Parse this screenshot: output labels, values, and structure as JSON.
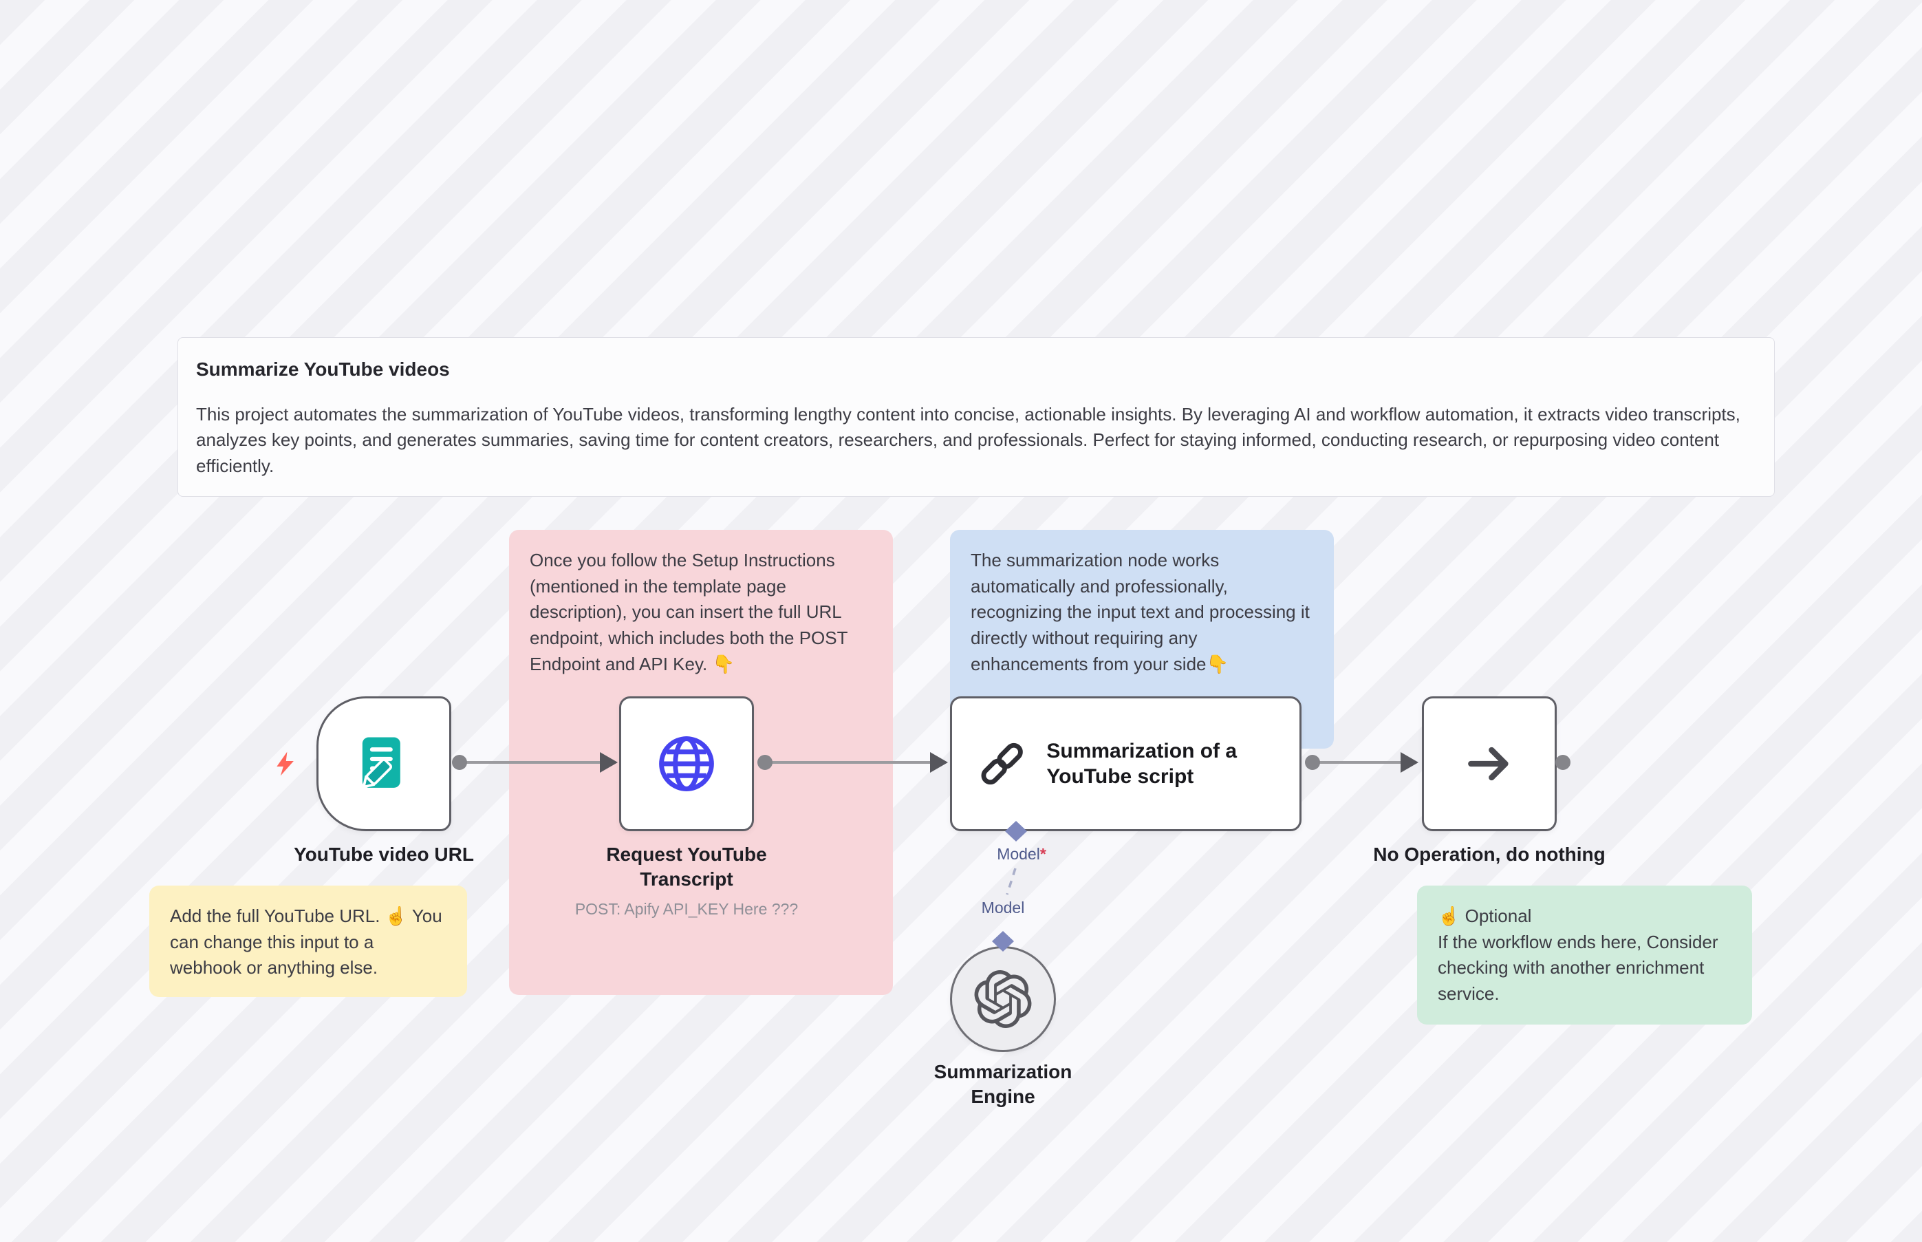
{
  "overview_note": {
    "title": "Summarize YouTube videos",
    "body": "This project automates the summarization of YouTube videos, transforming lengthy content into concise, actionable insights. By leveraging AI and workflow automation, it extracts video transcripts, analyzes key points, and generates summaries, saving time for content creators, researchers, and professionals. Perfect for staying informed, conducting research, or repurposing video content efficiently."
  },
  "sticky_notes": {
    "setup_instructions": {
      "text": "Once you follow the Setup Instructions (mentioned in the template page description), you can insert the full URL endpoint, which includes both the POST Endpoint and API Key. 👇"
    },
    "summarization_info": {
      "text": "The summarization node works automatically and professionally, recognizing the input text and processing it directly without requiring any enhancements from your side👇"
    },
    "input_hint": {
      "text": "Add the full YouTube URL. ☝️ You can change this input to a webhook or anything else."
    },
    "optional_hint": {
      "title": "☝️ Optional",
      "body": "If the workflow ends here, Consider checking with another enrichment service."
    }
  },
  "nodes": {
    "youtube_video_url": {
      "label": "YouTube video URL"
    },
    "request_transcript": {
      "label": "Request YouTube Transcript",
      "subtitle": "POST: Apify API_KEY Here ???"
    },
    "summarization": {
      "title": "Summarization of a YouTube script"
    },
    "no_operation": {
      "label": "No Operation, do nothing"
    },
    "summarization_engine": {
      "label": "Summarization Engine"
    }
  },
  "model_connector": {
    "input_label": "Model",
    "required_mark": "*",
    "output_label": "Model"
  },
  "icons": {
    "trigger_node": "form-edit-icon",
    "request_node": "globe-icon",
    "summarization_node": "chain-link-icon",
    "no_operation_node": "arrow-right-icon",
    "engine_node": "openai-logo-icon",
    "trigger_marker": "lightning-bolt-icon"
  },
  "colors": {
    "sticky_white": "#fcfcfd",
    "sticky_pink": "#f8d6da",
    "sticky_blue": "#cfdff4",
    "sticky_yellow": "#fdf1c2",
    "sticky_green": "#d0ecdc",
    "connector_gray": "#9b9b9f",
    "model_diamond_purple": "#7e88bd",
    "trigger_bolt_red": "#ff6459",
    "icon_teal": "#10b3a8",
    "icon_blue": "#4643f0",
    "required_red": "#d73b52"
  }
}
